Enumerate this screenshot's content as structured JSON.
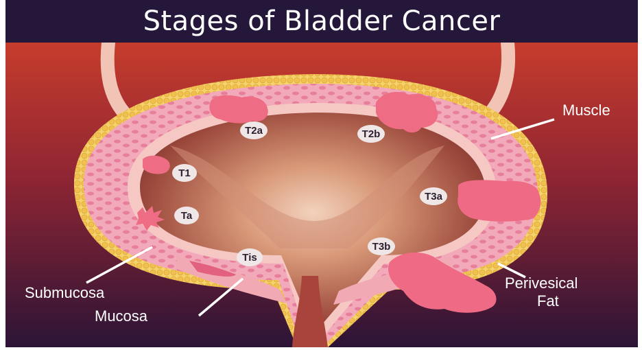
{
  "title": "Stages of Bladder Cancer",
  "stages": {
    "t2a": "T2a",
    "t2b": "T2b",
    "t1": "T1",
    "ta": "Ta",
    "t3a": "T3a",
    "t3b": "T3b",
    "tis": "Tis"
  },
  "layers": {
    "muscle": "Muscle",
    "submucosa": "Submucosa",
    "mucosa": "Mucosa",
    "perivesical_line1": "Perivesical",
    "perivesical_line2": "Fat"
  },
  "colors": {
    "header": "#24173a",
    "background_top": "#c0392b",
    "background_bottom": "#2c1436",
    "muscle": "#f2a7b6",
    "fat": "#f0c85a",
    "tumor": "#e8607a",
    "lumen": "#c87a5a"
  }
}
